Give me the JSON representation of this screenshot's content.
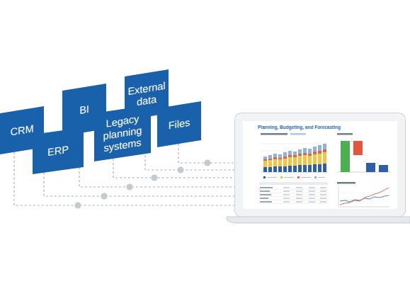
{
  "diagram": {
    "nodes": [
      {
        "text": [
          "CRM"
        ]
      },
      {
        "text": [
          "ERP"
        ]
      },
      {
        "text": [
          "BI"
        ]
      },
      {
        "text": [
          "Legacy planning systems"
        ]
      },
      {
        "text": [
          "External data"
        ]
      },
      {
        "text": [
          "Files"
        ]
      },
      {
        "text": [
          "Planning, Budgeting, and Forecasting"
        ]
      }
    ],
    "edges": [
      {
        "from": 0,
        "to": 6,
        "arrow": "none"
      },
      {
        "from": 1,
        "to": 6,
        "arrow": "none"
      },
      {
        "from": 2,
        "to": 6,
        "arrow": "none"
      },
      {
        "from": 3,
        "to": 6,
        "arrow": "none"
      },
      {
        "from": 4,
        "to": 6,
        "arrow": "none"
      },
      {
        "from": 5,
        "to": 6,
        "arrow": "none"
      }
    ]
  }
}
